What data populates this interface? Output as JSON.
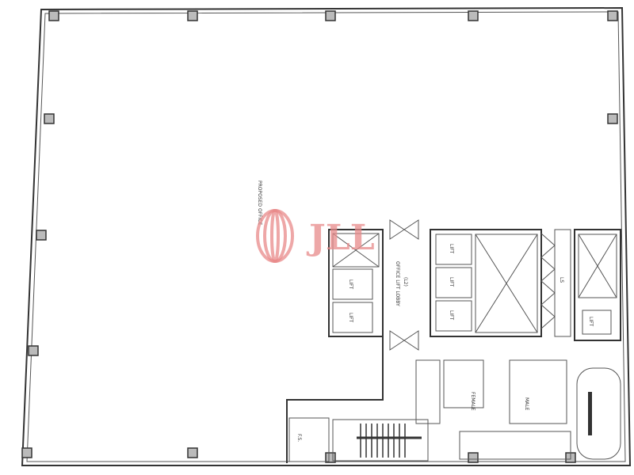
{
  "plan": {
    "area_label": "PROPOSED OFFICE",
    "lobby_label": "OFFICE LIFT LOBBY",
    "lobby_level": "(L2)",
    "lift_labels": [
      "LIFT",
      "LIFT",
      "LIFT",
      "LIFT",
      "LIFT",
      "LIFT"
    ],
    "male_label": "MALE",
    "female_label": "FEMALE",
    "fs_label": "F.S.",
    "ls_label": "LS"
  },
  "watermark": {
    "text": "JLL",
    "color": "#e88a8a"
  }
}
